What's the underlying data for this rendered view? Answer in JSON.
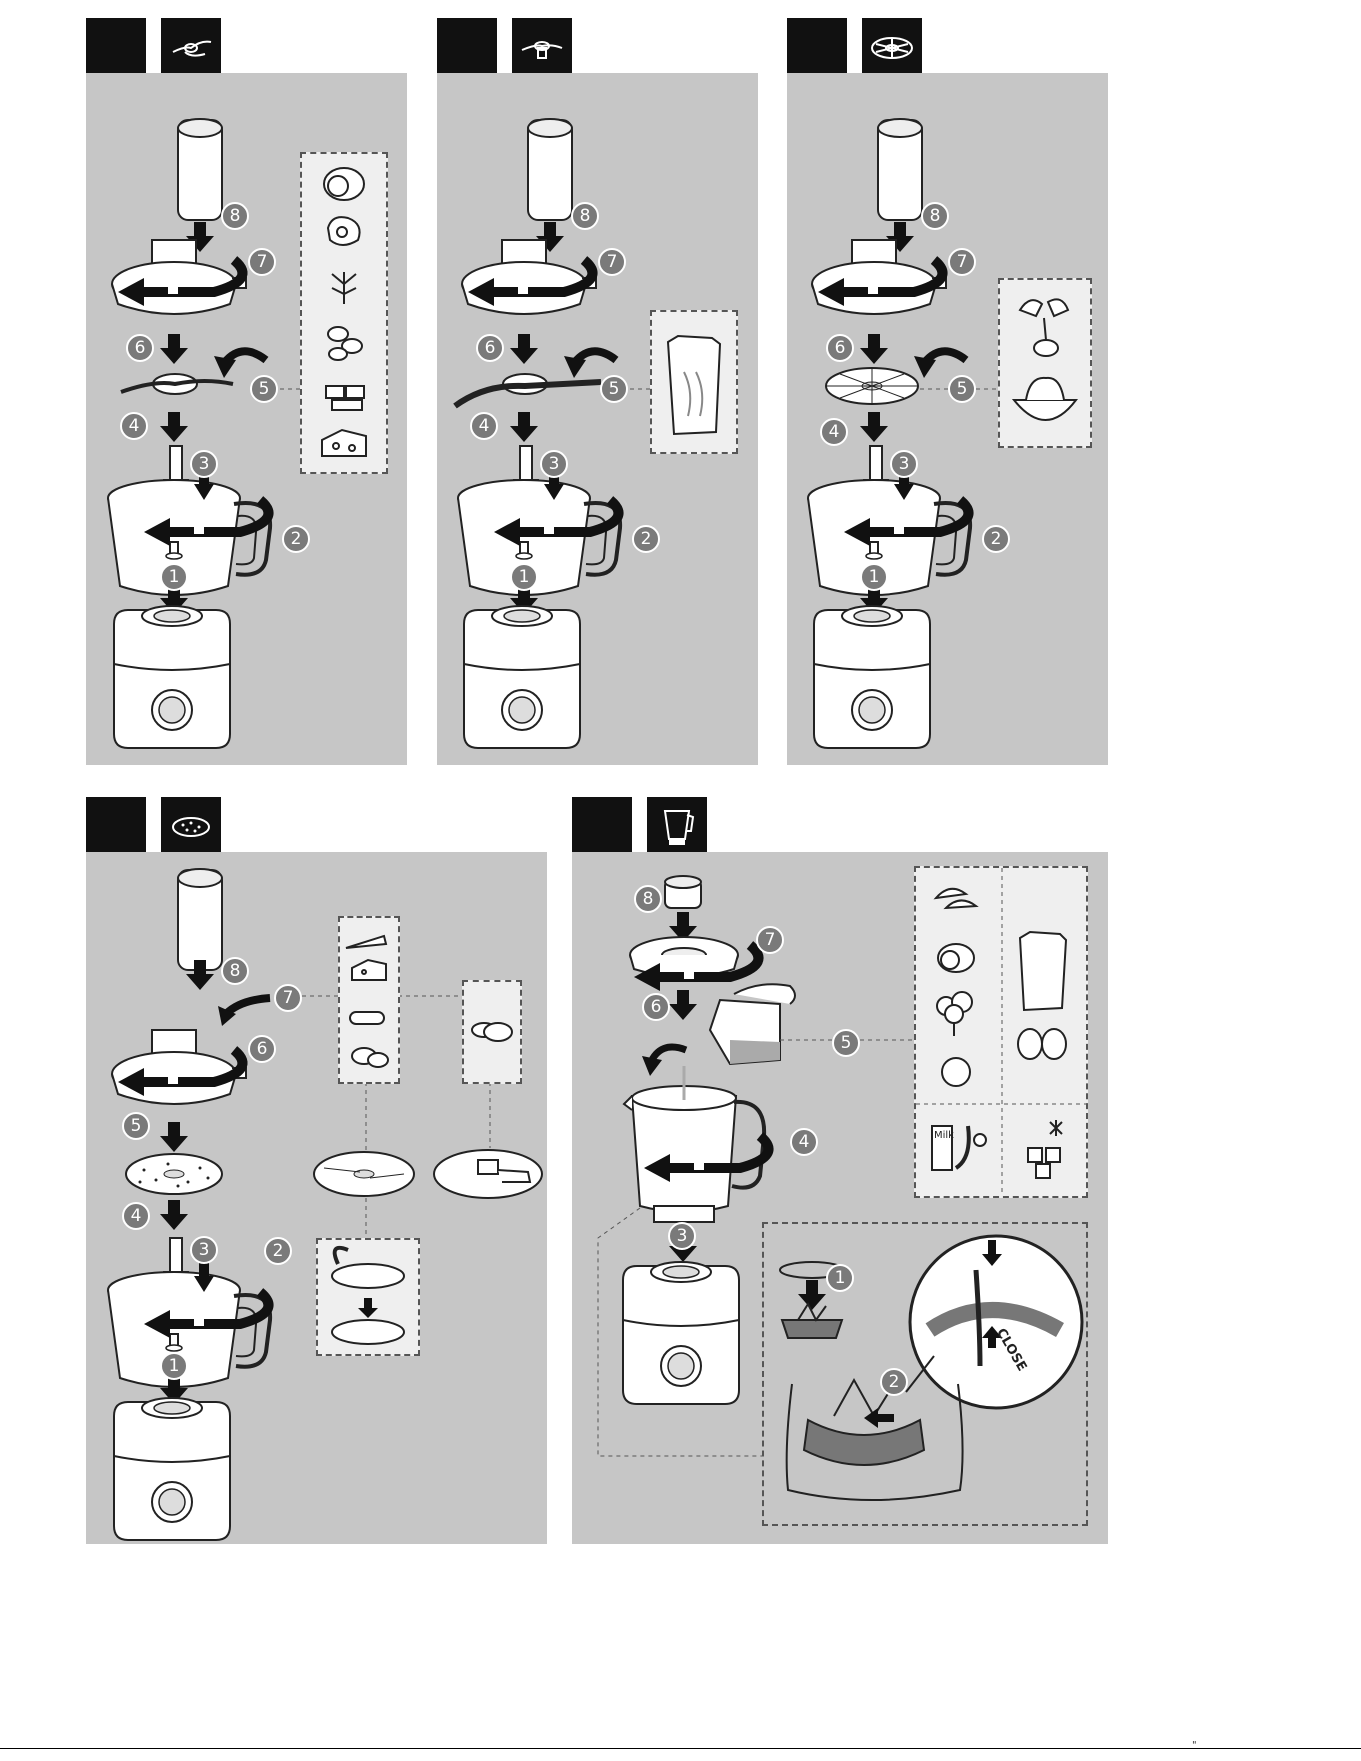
{
  "colors": {
    "panel": "#c6c6c6",
    "tab": "#111111",
    "step_badge": "#7a7a7a",
    "outline": "#222222",
    "white": "#ffffff"
  },
  "panels": [
    {
      "id": "chopping-blade",
      "tab_icon": "chopping-blade-icon",
      "steps": [
        "1",
        "2",
        "3",
        "4",
        "5",
        "6",
        "7",
        "8"
      ],
      "inset_foods": [
        "onion-icon",
        "meat-icon",
        "herbs-icon",
        "nuts-icon",
        "chocolate-icon",
        "cheese-icon"
      ]
    },
    {
      "id": "kneading-blade",
      "tab_icon": "kneading-blade-icon",
      "steps": [
        "1",
        "2",
        "3",
        "4",
        "5",
        "6",
        "7",
        "8"
      ],
      "inset_foods": [
        "flour-bag-icon"
      ]
    },
    {
      "id": "emulsifying-disc",
      "tab_icon": "emulsifying-disc-icon",
      "steps": [
        "1",
        "2",
        "3",
        "4",
        "5",
        "6",
        "7",
        "8"
      ],
      "inset_foods": [
        "egg-white-icon",
        "cream-bowl-icon"
      ]
    },
    {
      "id": "slicing-grating-disc",
      "tab_icon": "grating-disc-icon",
      "steps": [
        "1",
        "2",
        "3",
        "4",
        "5",
        "6",
        "7",
        "8"
      ],
      "inset_foods": [
        "carrot-icon",
        "cheese-icon",
        "cucumber-icon",
        "potato-icon",
        "potato-slices-icon"
      ]
    },
    {
      "id": "blender",
      "tab_icon": "blender-jar-icon",
      "steps": [
        "1",
        "2",
        "3",
        "4",
        "5",
        "6",
        "7",
        "8"
      ],
      "inset_foods": [
        "fruit-slices-icon",
        "onion-icon",
        "broccoli-icon",
        "orange-icon",
        "flour-bag-icon",
        "eggs-icon",
        "milk-banana-icon",
        "ice-cubes-icon"
      ],
      "milk_label": "Milk",
      "lock_label": "CLOSE",
      "sub_steps": [
        "1",
        "2"
      ]
    }
  ],
  "footer": {
    "page_mark": "\""
  }
}
